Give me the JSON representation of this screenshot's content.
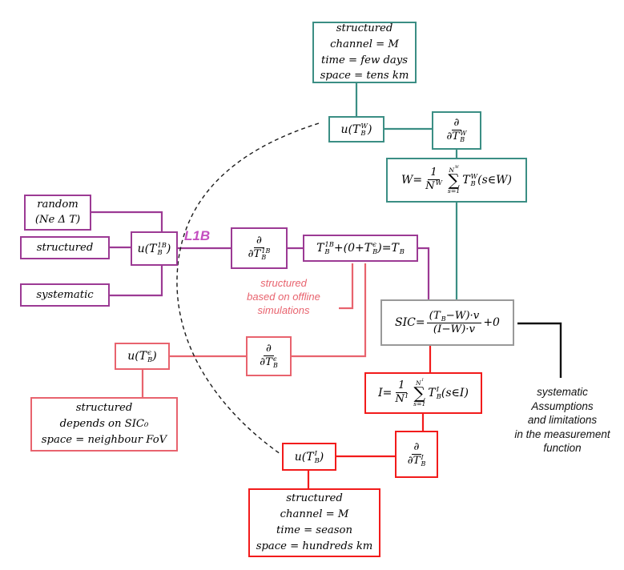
{
  "palette": {
    "teal": "#3B8E84",
    "purple": "#9C3A94",
    "magenta": "#C44FC0",
    "salmon": "#E8636E",
    "red": "#F21B1B",
    "gray": "#999999",
    "black": "#111111"
  },
  "nodes": {
    "top_info": {
      "lines": [
        "structured",
        "channel = M",
        "time = few days",
        "space = tens km"
      ]
    },
    "u_tbw": {
      "tokens": [
        {
          "t": "u("
        },
        {
          "b": "T",
          "sup": "W",
          "sub": "B"
        },
        {
          "t": ")"
        }
      ]
    },
    "dd_tbw": {
      "tokens": [
        {
          "f": {
            "n": [
              {
                "t": "∂"
              }
            ],
            "d": [
              {
                "t": "∂"
              },
              {
                "b": "T",
                "sup": "W",
                "sub": "B"
              }
            ]
          }
        }
      ]
    },
    "w_mean": {
      "tokens": [
        {
          "t": "W="
        },
        {
          "f": {
            "n": [
              {
                "t": "1"
              }
            ],
            "d": [
              {
                "b": "N",
                "sup": "W"
              }
            ]
          }
        },
        {
          "s": {
            "t": [
              {
                "b": "N",
                "sup": "W"
              }
            ],
            "b": [
              {
                "t": "s=1"
              }
            ]
          }
        },
        {
          "b": "T",
          "sup": "W",
          "sub": "B"
        },
        {
          "t": "(s∈W)"
        }
      ]
    },
    "random": {
      "lines": [
        "random",
        "(Ne Δ T)"
      ]
    },
    "structured_l1b": {
      "lines": [
        "structured"
      ]
    },
    "systematic": {
      "lines": [
        "systematic"
      ]
    },
    "u_tb1b": {
      "tokens": [
        {
          "t": "u("
        },
        {
          "b": "T",
          "sup": "1B",
          "sub": "B"
        },
        {
          "t": ")"
        }
      ]
    },
    "dd_tb1b": {
      "tokens": [
        {
          "f": {
            "n": [
              {
                "t": "∂"
              }
            ],
            "d": [
              {
                "t": "∂"
              },
              {
                "b": "T",
                "sup": "1B",
                "sub": "B"
              }
            ]
          }
        }
      ]
    },
    "tb_equation": {
      "tokens": [
        {
          "b": "T",
          "sup": "1B",
          "sub": "B"
        },
        {
          "t": "+(0+"
        },
        {
          "b": "T",
          "sup": "ϵ",
          "sub": "B"
        },
        {
          "t": ")="
        },
        {
          "b": "T",
          "sub": "B"
        }
      ]
    },
    "sic": {
      "tokens": [
        {
          "t": "SIC="
        },
        {
          "f": {
            "n": [
              {
                "t": "("
              },
              {
                "b": "T",
                "sub": "B"
              },
              {
                "t": "−W)·v"
              }
            ],
            "d": [
              {
                "t": "(I−W)·v"
              }
            ]
          }
        },
        {
          "t": "+0"
        }
      ]
    },
    "u_tbeps": {
      "tokens": [
        {
          "t": "u("
        },
        {
          "b": "T",
          "sup": "ϵ",
          "sub": "B"
        },
        {
          "t": ")"
        }
      ]
    },
    "dd_tbeps": {
      "tokens": [
        {
          "f": {
            "n": [
              {
                "t": "∂"
              }
            ],
            "d": [
              {
                "t": "∂"
              },
              {
                "b": "T",
                "sup": "ϵ",
                "sub": "B"
              }
            ]
          }
        }
      ]
    },
    "sic0_info": {
      "lines": [
        "structured",
        "depends on SIC₀",
        "space = neighbour FoV"
      ]
    },
    "i_mean": {
      "tokens": [
        {
          "t": "I="
        },
        {
          "f": {
            "n": [
              {
                "t": "1"
              }
            ],
            "d": [
              {
                "b": "N",
                "sup": "I"
              }
            ]
          }
        },
        {
          "s": {
            "t": [
              {
                "b": "N",
                "sup": "I"
              }
            ],
            "b": [
              {
                "t": "s=1"
              }
            ]
          }
        },
        {
          "b": "T",
          "sup": "I",
          "sub": "B"
        },
        {
          "t": "(s∈I)"
        }
      ]
    },
    "u_tbi": {
      "tokens": [
        {
          "t": "u("
        },
        {
          "b": "T",
          "sup": "I",
          "sub": "B"
        },
        {
          "t": ")"
        }
      ]
    },
    "dd_tbi": {
      "tokens": [
        {
          "f": {
            "n": [
              {
                "t": "∂"
              }
            ],
            "d": [
              {
                "t": "∂"
              },
              {
                "b": "T",
                "sup": "I",
                "sub": "B"
              }
            ]
          }
        }
      ]
    },
    "bottom_info": {
      "lines": [
        "structured",
        "channel = M",
        "time = season",
        "space = hundreds km"
      ]
    }
  },
  "annotations": {
    "l1b_label": "L1B",
    "offline_note": {
      "lines": [
        "structured",
        "based on offline",
        "simulations"
      ]
    },
    "systematic_note": {
      "lines": [
        "systematic",
        "Assumptions",
        "and limitations",
        "in the measurement",
        "function"
      ]
    }
  }
}
